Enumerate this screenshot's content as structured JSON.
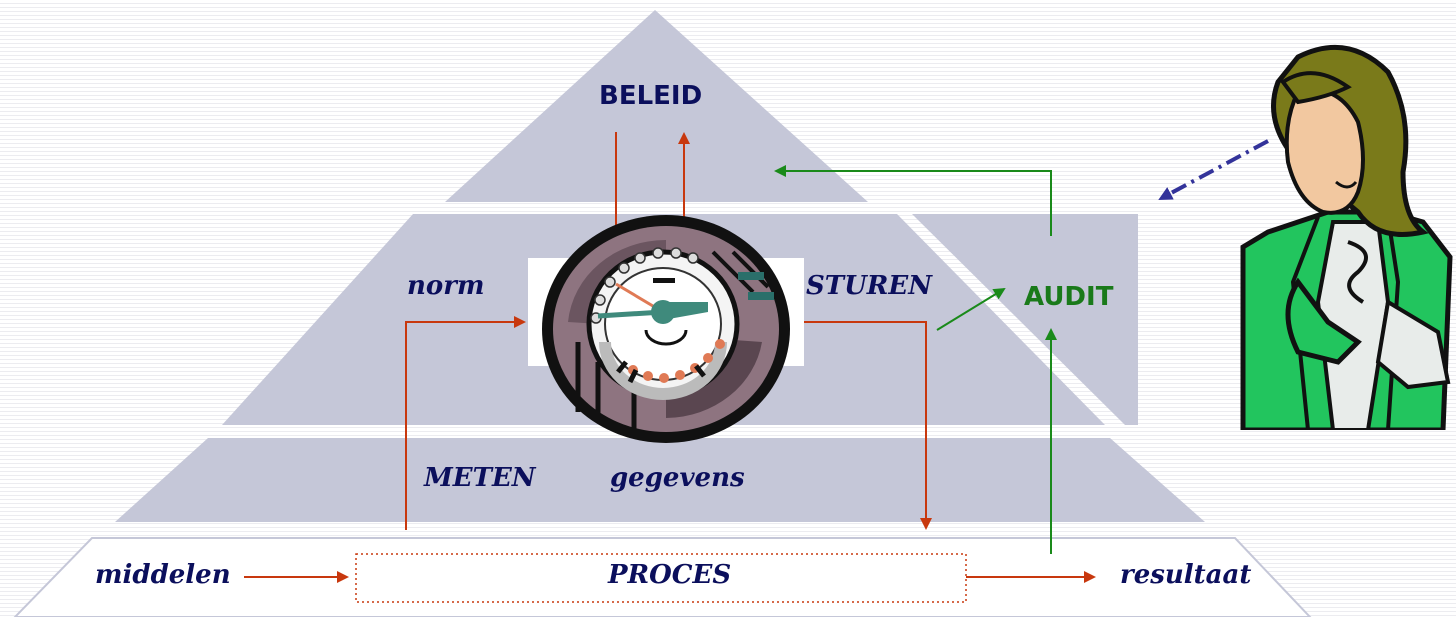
{
  "labels": {
    "beleid": "BELEID",
    "norm": "norm",
    "sturen": "STUREN",
    "audit": "AUDIT",
    "meten": "METEN",
    "gegevens": "gegevens",
    "middelen": "middelen",
    "proces": "PROCES",
    "resultaat": "resultaat"
  },
  "colors": {
    "tier": "#c5c7d8",
    "arrow_red": "#c8380e",
    "arrow_green": "#1a8a1a",
    "label_navy": "#0b0f5c",
    "label_green": "#1a7a1a",
    "dashed_arrow": "#33339a"
  },
  "icons": [
    "dial-clock-icon",
    "auditor-woman-icon"
  ]
}
